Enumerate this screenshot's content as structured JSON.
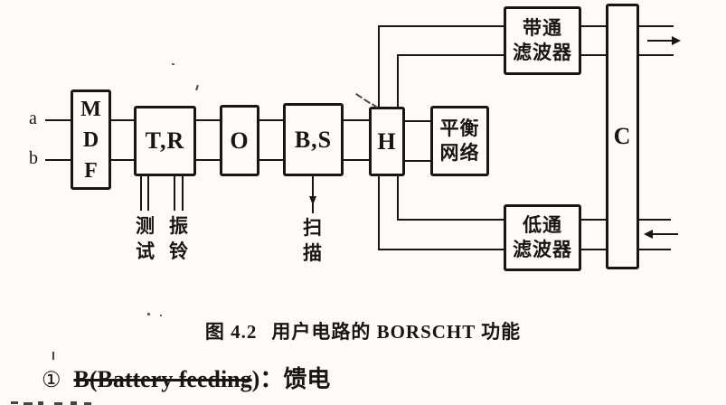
{
  "colors": {
    "ink": "#1a1511",
    "paper": "#fcfbf8"
  },
  "diagram": {
    "input_a": "a",
    "input_b": "b",
    "boxes": {
      "mdf": {
        "letters": [
          "M",
          "D",
          "F"
        ]
      },
      "tr": {
        "label": "T,R"
      },
      "o": {
        "label": "O"
      },
      "bs": {
        "label": "B,S"
      },
      "h": {
        "label": "H"
      },
      "balance": {
        "line1": "平衡",
        "line2": "网络"
      },
      "bandpass": {
        "line1": "带通",
        "line2": "滤波器"
      },
      "lowpass": {
        "line1": "低通",
        "line2": "滤波器"
      },
      "c": {
        "label": "C"
      }
    },
    "signal_labels": {
      "test": "测试",
      "ringing": "振铃",
      "scan": "扫描"
    }
  },
  "caption": {
    "figure_label": "图 4.2",
    "figure_title": "用户电路的 BORSCHT 功能"
  },
  "footnote": {
    "index": "①",
    "term_struck": "B(Battery feeding",
    "term_close": ")",
    "separator": "：",
    "meaning": "馈电"
  }
}
